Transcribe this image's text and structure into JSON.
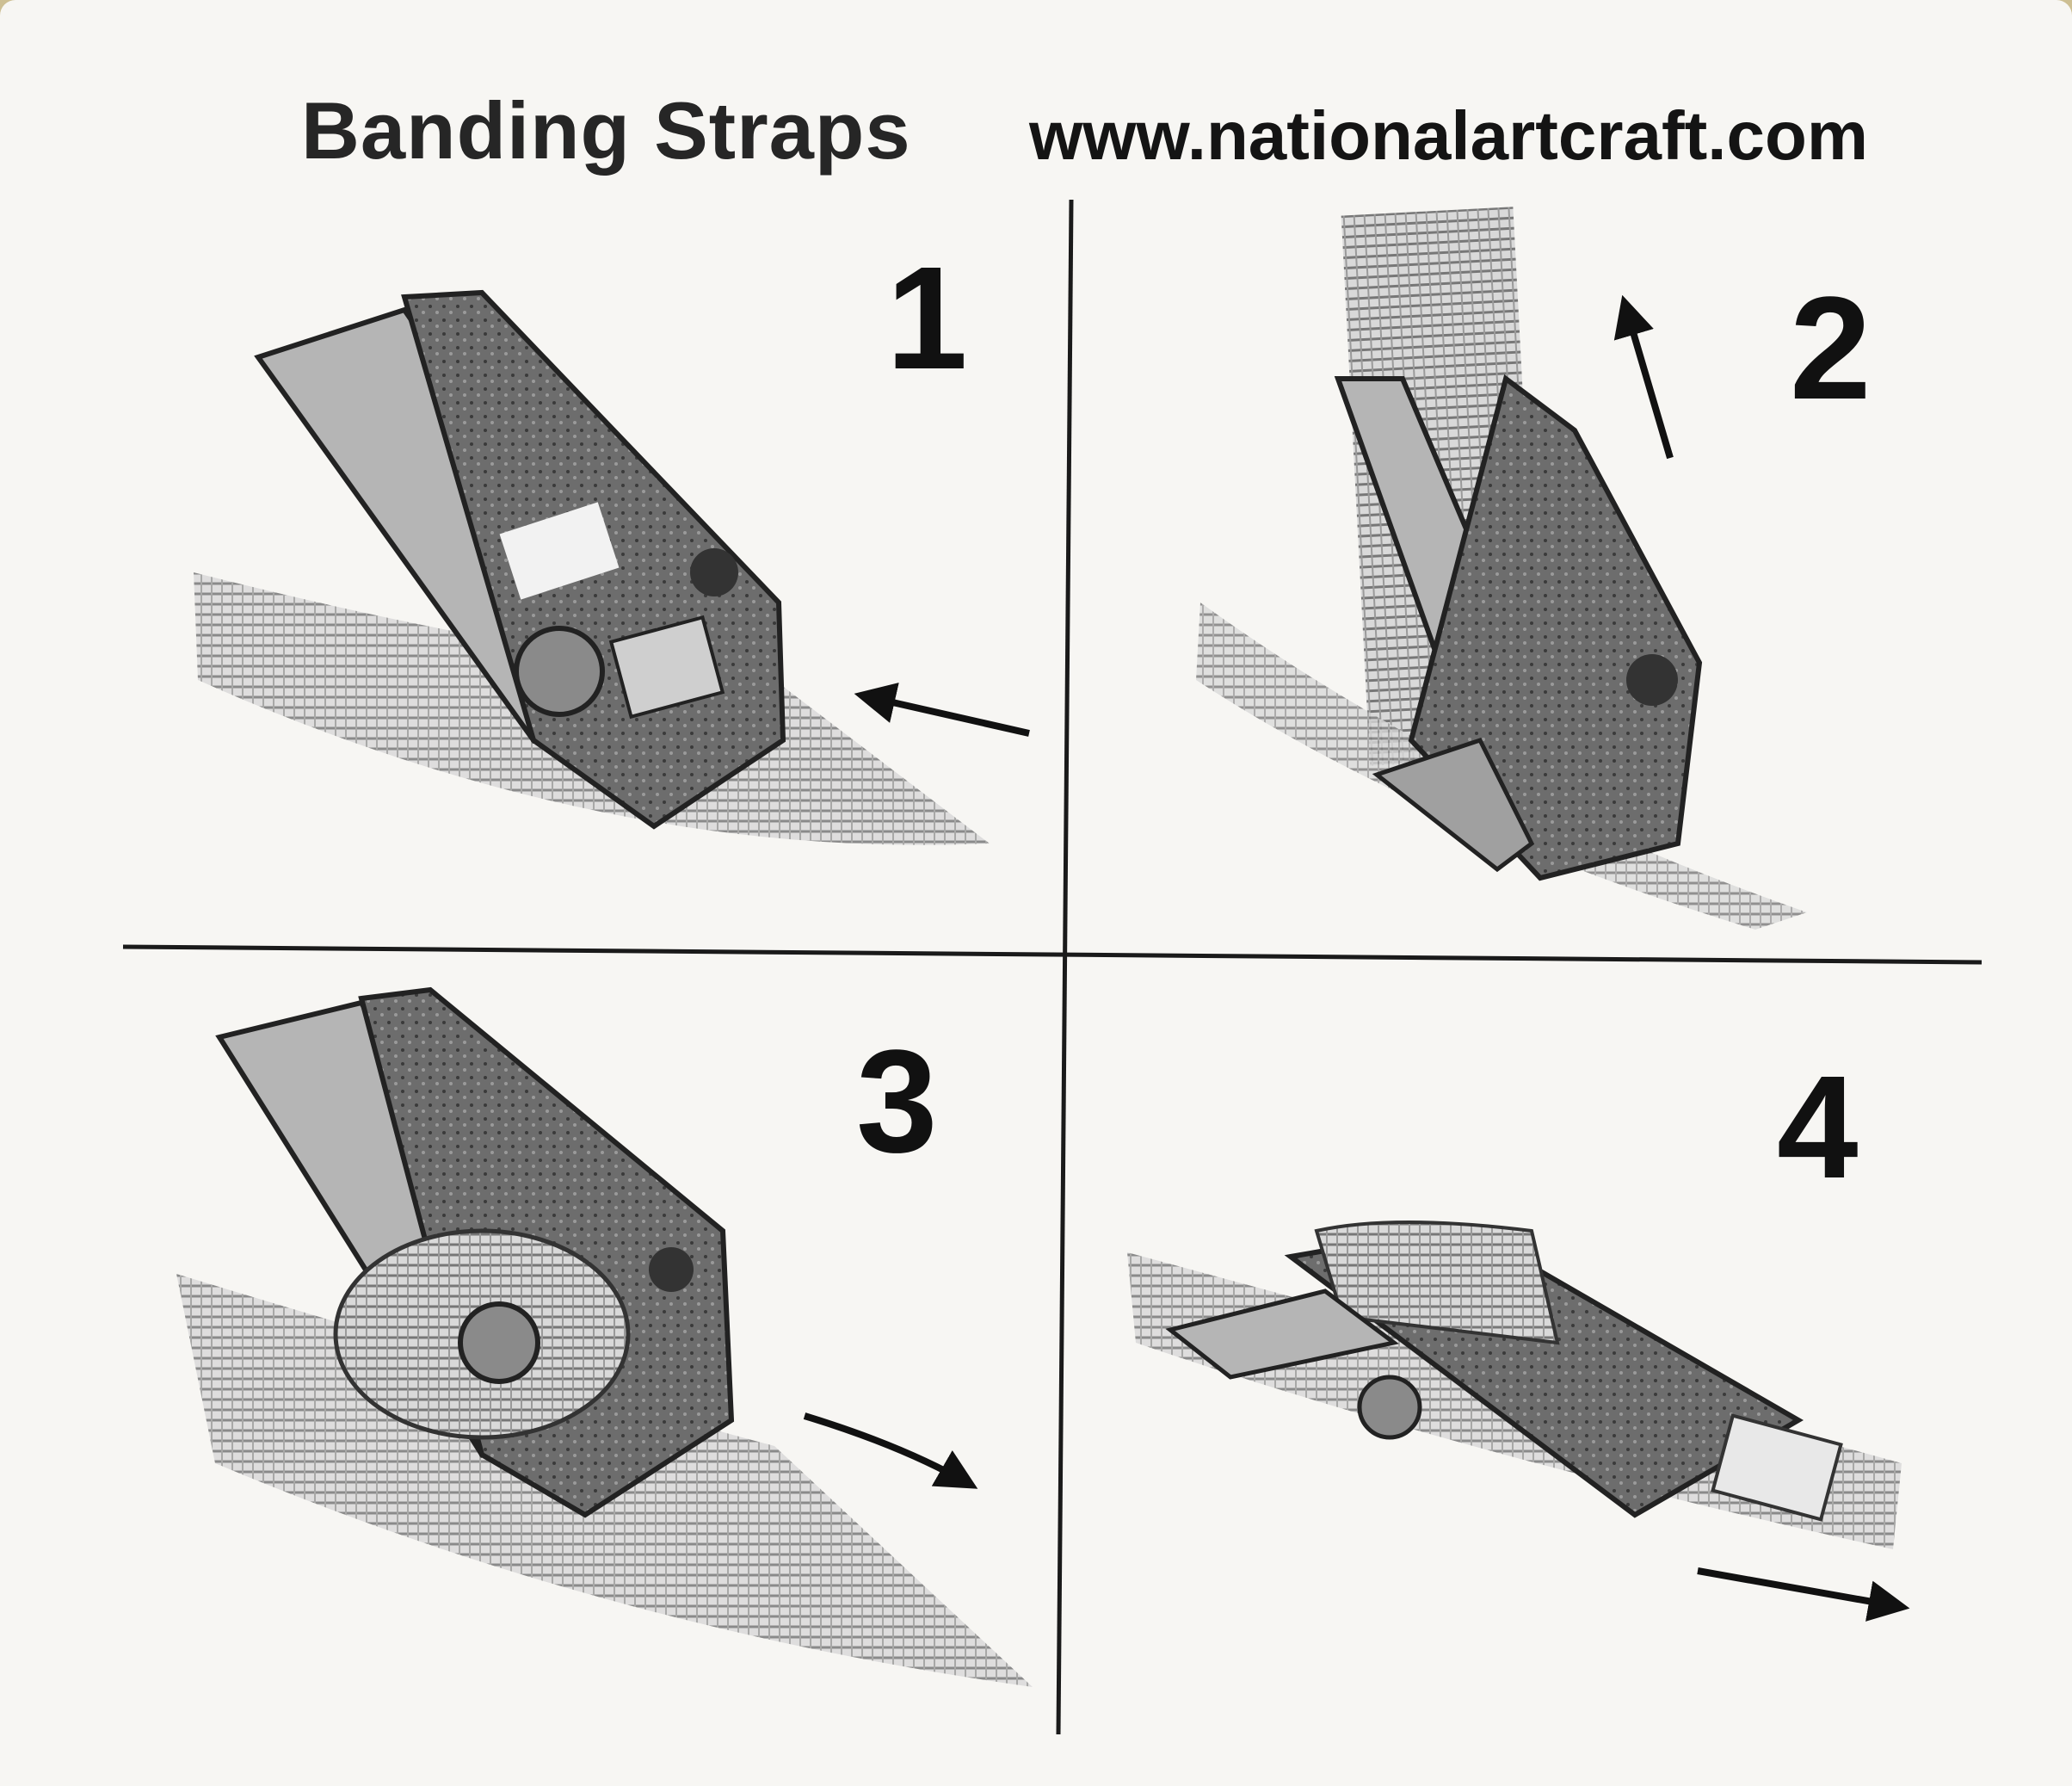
{
  "title": "Banding Straps",
  "website": "www.nationalartcraft.com",
  "steps": [
    {
      "number": "1",
      "arrow": "left"
    },
    {
      "number": "2",
      "arrow": "up"
    },
    {
      "number": "3",
      "arrow": "down-right"
    },
    {
      "number": "4",
      "arrow": "right"
    }
  ],
  "colors": {
    "ink": "#111111",
    "paper": "#f7f6f3",
    "background": "#cdbf93"
  }
}
